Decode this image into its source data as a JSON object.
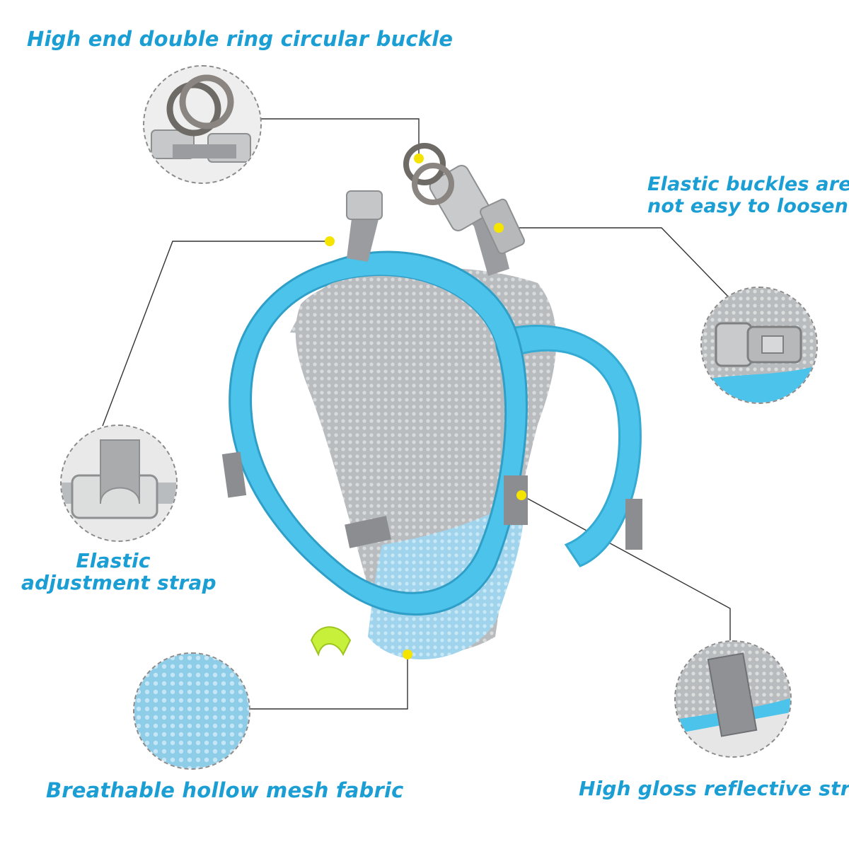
{
  "labels": {
    "ring_buckle": "High end double ring circular buckle",
    "elastic_buckles_line1": "Elastic buckles are",
    "elastic_buckles_line2": "not easy to loosen",
    "adjust_strap_line1": "Elastic",
    "adjust_strap_line2": "adjustment strap",
    "mesh_fabric": "Breathable hollow mesh fabric",
    "reflective_strip": "High gloss reflective strip"
  },
  "colors": {
    "label_text": "#1b9ed3",
    "harness_trim": "#4cc3ea",
    "harness_mesh_blue": "#9fd4ec",
    "harness_mesh_grey": "#b9bcbf",
    "reflective_grey": "#8b8d90",
    "callout_dot": "#f5e400",
    "leader_line": "#333333"
  },
  "icons": {
    "ring_detail": "metal-double-ring-icon",
    "buckle_detail": "side-release-buckle-icon",
    "strap_detail": "adjustment-strap-icon",
    "mesh_detail": "mesh-fabric-icon",
    "reflective_detail": "reflective-strip-icon"
  }
}
